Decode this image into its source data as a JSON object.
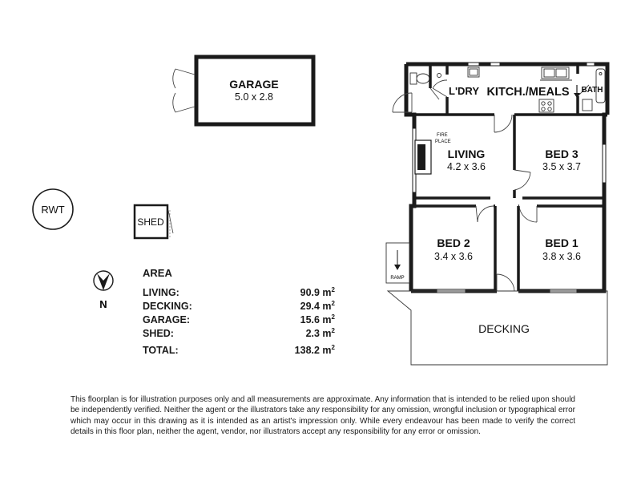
{
  "rooms": {
    "garage": {
      "name": "GARAGE",
      "dims": "5.0 x 2.8"
    },
    "living": {
      "name": "LIVING",
      "dims": "4.2 x 3.6"
    },
    "bed3": {
      "name": "BED 3",
      "dims": "3.5 x 3.7"
    },
    "bed2": {
      "name": "BED 2",
      "dims": "3.4 x 3.6"
    },
    "bed1": {
      "name": "BED 1",
      "dims": "3.8 x 3.6"
    },
    "kitchen": {
      "name": "KITCH./MEALS"
    },
    "laundry": {
      "name": "L'DRY"
    },
    "bath": {
      "name": "BATH"
    },
    "decking": {
      "name": "DECKING"
    },
    "shed": {
      "name": "SHED"
    },
    "rwt": {
      "name": "RWT"
    },
    "ramp": {
      "name": "RAMP"
    },
    "fireplace": {
      "line1": "FIRE",
      "line2": "PLACE"
    }
  },
  "compass": {
    "label": "N",
    "icon": "north-arrow-icon"
  },
  "area": {
    "title": "AREA",
    "rows": [
      {
        "label": "LIVING:",
        "value": "90.9 m",
        "sup": "2"
      },
      {
        "label": "DECKING:",
        "value": "29.4 m",
        "sup": "2"
      },
      {
        "label": "GARAGE:",
        "value": "15.6 m",
        "sup": "2"
      },
      {
        "label": "SHED:",
        "value": "2.3 m",
        "sup": "2"
      }
    ],
    "total": {
      "label": "TOTAL:",
      "value": "138.2 m",
      "sup": "2"
    }
  },
  "disclaimer": "This floorplan is for illustration purposes only and all measurements are approximate. Any information that is intended to be relied upon should be independently verified. Neither the agent or the illustrators take any responsibility for any omission, wrongful inclusion or typographical error which may occur in this drawing as it is intended as an artist's impression only. While every endeavour has been made to verify the correct details in this floor plan, neither the agent, vendor, nor illustrators accept any responsibility for any error or omission.",
  "colors": {
    "wall": "#1a1a1a",
    "line": "#333333",
    "background": "#ffffff"
  }
}
